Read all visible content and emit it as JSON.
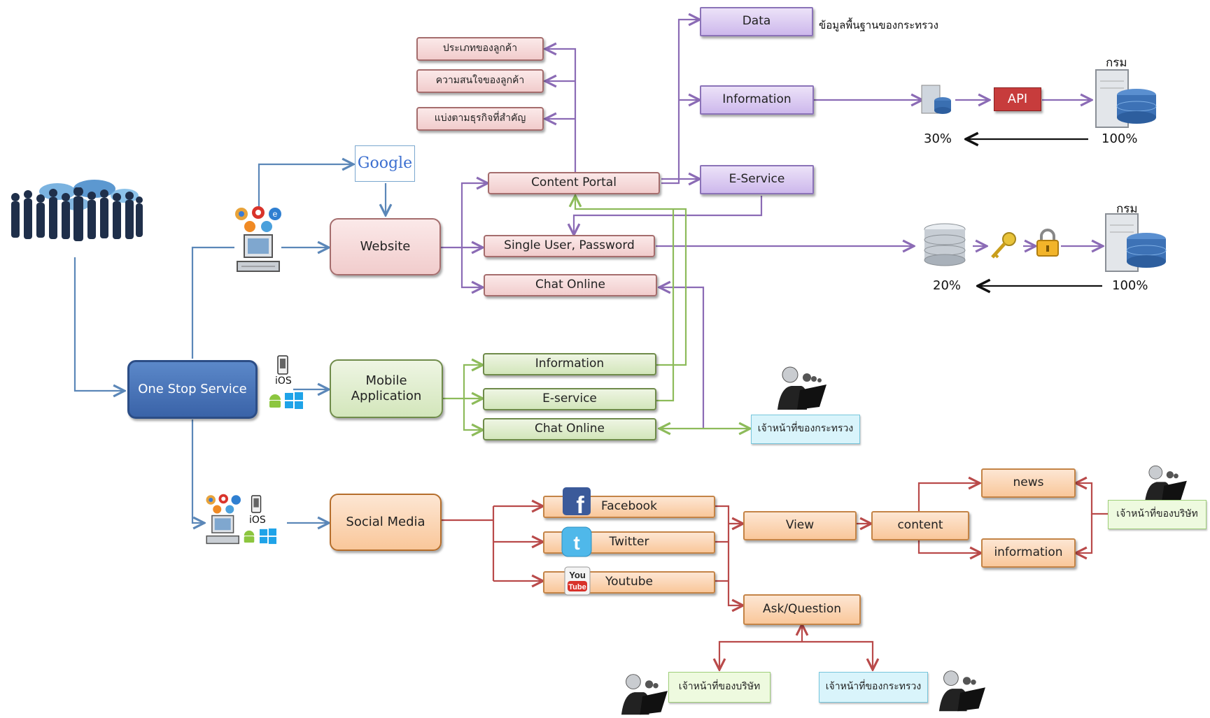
{
  "diagram": {
    "one_stop": "One Stop Service",
    "website": "Website",
    "mobile": "Mobile Application",
    "social": "Social Media",
    "google": "Google",
    "ios1": "iOS",
    "ios2": "iOS",
    "portal_items": [
      "ประเภทของลูกค้า",
      "ความสนใจของลูกค้า",
      "แบ่งตามธุรกิจที่สำคัญ"
    ],
    "content_portal": "Content Portal",
    "single_user": "Single User, Password",
    "chat_online_web": "Chat Online",
    "data": "Data",
    "data_note": "ข้อมูลพื้นฐานของกระทรวง",
    "information_top": "Information",
    "eservice_top": "E-Service",
    "api": "API",
    "pct_30": "30%",
    "pct_100_a": "100%",
    "pct_20": "20%",
    "pct_100_b": "100%",
    "krom_a": "กรม",
    "krom_b": "กรม",
    "mobile_information": "Information",
    "mobile_eservice": "E-service",
    "mobile_chat": "Chat Online",
    "officer_ministry_1": "เจ้าหน้าที่ของกระทรวง",
    "facebook": "Facebook",
    "twitter": "Twitter",
    "youtube": "Youtube",
    "view": "View",
    "content": "content",
    "news": "news",
    "information_social": "information",
    "officer_company_right": "เจ้าหน้าที่ของบริษัท",
    "ask": "Ask/Question",
    "officer_company_bottom": "เจ้าหน้าที่ของบริษัท",
    "officer_ministry_bottom": "เจ้าหน้าที่ของกระทรวง",
    "colors": {
      "blue_line": "#5b87b8",
      "purple_line": "#8b6bb5",
      "green_line": "#8dbb5a",
      "red_line": "#b94a4a"
    },
    "icons": [
      "people-crowd-icon",
      "globe-map-icon",
      "browser-logos-icon",
      "computer-icon",
      "android-icon",
      "windows-icon",
      "phone-icon",
      "database-icon",
      "server-icon",
      "key-icon",
      "lock-icon",
      "support-agent-icon",
      "facebook-icon",
      "twitter-icon",
      "youtube-icon",
      "google-logo"
    ]
  }
}
